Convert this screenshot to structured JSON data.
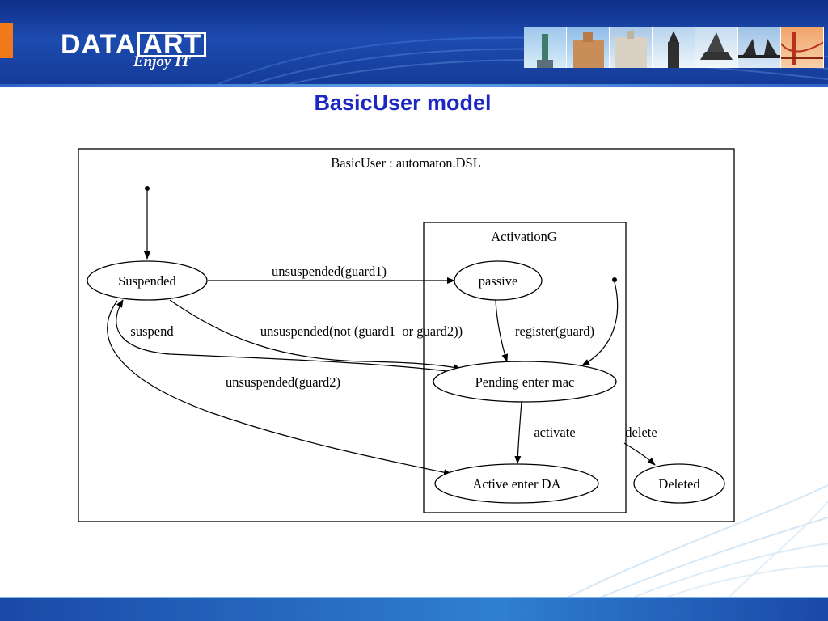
{
  "header": {
    "logo_word_1": "DATA",
    "logo_word_2": "ART",
    "tagline": "Enjoy IT",
    "brand_orange": "#f07a1a",
    "brand_blue": "#143a96"
  },
  "slide": {
    "title": "BasicUser model",
    "title_color": "#1d28c4"
  },
  "diagram": {
    "graph_label": "BasicUser : automaton.DSL",
    "cluster_label": "ActivationG",
    "nodes": {
      "suspended": "Suspended",
      "passive": "passive",
      "pending": "Pending enter mac",
      "active": "Active enter DA",
      "deleted": "Deleted"
    },
    "edges": {
      "unsuspended_guard1": "unsuspended(guard1)",
      "suspend": "suspend",
      "unsuspended_not": "unsuspended(not (guard1  or guard2))",
      "register": "register(guard)",
      "unsuspended_guard2": "unsuspended(guard2)",
      "activate": "activate",
      "delete": "delete"
    }
  }
}
